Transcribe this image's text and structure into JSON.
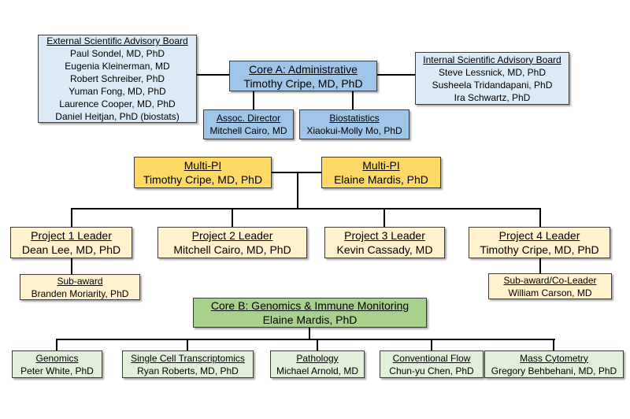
{
  "diagram": {
    "external_advisory": {
      "title": "External Scientific Advisory Board",
      "members": [
        "Paul Sondel, MD, PhD",
        "Eugenia Kleinerman, MD",
        "Robert Schreiber, PhD",
        "Yuman Fong, MD, PhD",
        "Laurence Cooper, MD, PhD",
        "Daniel Heitjan, PhD (biostats)"
      ]
    },
    "internal_advisory": {
      "title": "Internal Scientific Advisory Board",
      "members": [
        "Steve Lessnick, MD, PhD",
        "Susheela Tridandapani, PhD",
        "Ira Schwartz, PhD"
      ]
    },
    "core_a": {
      "title": "Core A: Administrative",
      "person": "Timothy Cripe, MD, PhD"
    },
    "assoc_director": {
      "title": "Assoc. Director",
      "person": "Mitchell Cairo, MD"
    },
    "biostatistics": {
      "title": "Biostatistics",
      "person": "Xiaokui-Molly Mo, PhD"
    },
    "multi_pi_left": {
      "title": "Multi-PI",
      "person": "Timothy Cripe, MD, PhD"
    },
    "multi_pi_right": {
      "title": "Multi-PI",
      "person": "Elaine Mardis, PhD"
    },
    "project_1": {
      "title": "Project 1 Leader",
      "person": "Dean Lee, MD, PhD"
    },
    "project_2": {
      "title": "Project 2 Leader",
      "person": "Mitchell Cairo, MD, PhD"
    },
    "project_3": {
      "title": "Project 3 Leader",
      "person": "Kevin Cassady, MD"
    },
    "project_4": {
      "title": "Project 4 Leader",
      "person": "Timothy Cripe, MD, PhD"
    },
    "sub_award_1": {
      "title": "Sub-award",
      "person": "Branden Moriarity, PhD"
    },
    "sub_award_4": {
      "title": "Sub-award/Co-Leader",
      "person": "William Carson, MD"
    },
    "core_b": {
      "title": "Core B: Genomics & Immune Monitoring",
      "person": "Elaine Mardis, PhD"
    },
    "genomics": {
      "title": "Genomics",
      "person": "Peter White, PhD"
    },
    "single_cell": {
      "title": "Single Cell Transcriptomics",
      "person": "Ryan Roberts, MD, PhD"
    },
    "pathology": {
      "title": "Pathology",
      "person": "Michael Arnold, MD"
    },
    "conventional_flow": {
      "title": "Conventional Flow",
      "person": "Chun-yu Chen, PhD"
    },
    "mass_cytometry": {
      "title": "Mass Cytometry",
      "person": "Gregory Behbehani, MD, PhD"
    }
  },
  "colors": {
    "light_blue_fill": "#DCE9F6",
    "medium_blue_fill": "#9FC5E8",
    "gold_fill": "#FFD966",
    "cream_fill": "#FFF2CC",
    "green_fill": "#A9D18E",
    "light_green_fill": "#E2EFDA",
    "box_border": "#3B3B3B",
    "connector_line": "#000000"
  }
}
